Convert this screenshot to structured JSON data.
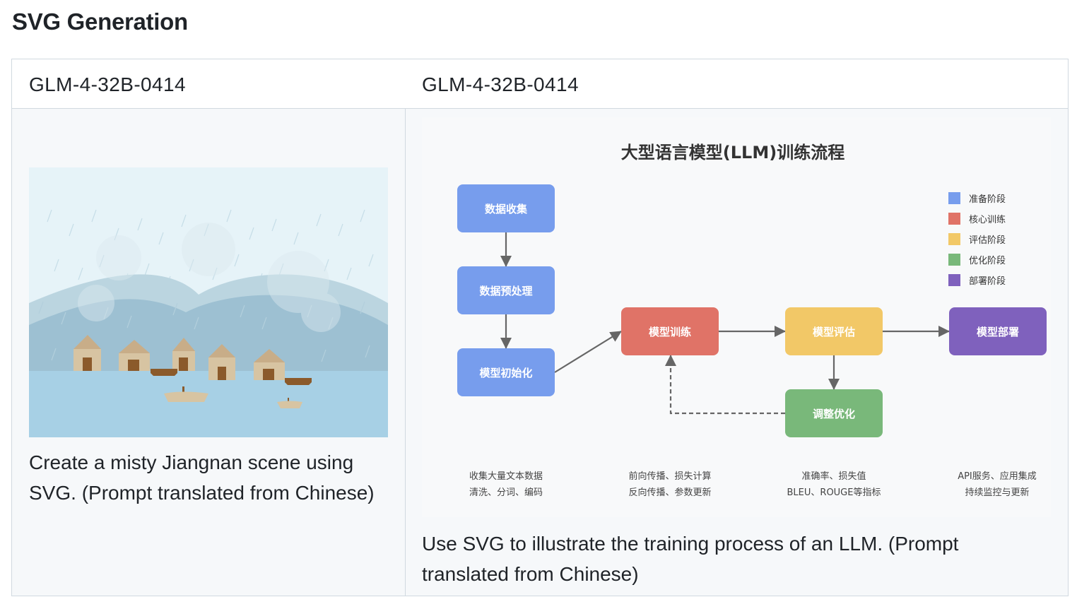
{
  "section": {
    "title": "SVG Generation"
  },
  "table": {
    "headers": [
      "GLM-4-32B-0414",
      "GLM-4-32B-0414"
    ],
    "cells": [
      {
        "caption": "Create a misty Jiangnan scene using SVG. (Prompt translated from Chinese)"
      },
      {
        "caption": "Use SVG to illustrate the training process of an LLM. (Prompt translated from Chinese)"
      }
    ]
  },
  "scene": {
    "description": "misty Jiangnan scene with rain, hills, houses, boats and water",
    "colors": {
      "sky": "#e6f3f8",
      "far_hills": "#bbd5e0",
      "near_hills": "#9dc0d2",
      "water": "#a7d0e5",
      "house_wall": "#d7c4a2",
      "house_roof": "#c8ad88",
      "door": "#8b5a2b",
      "mist": "#dbe9ef"
    },
    "house_count": 5,
    "boat_count": 4
  },
  "diagram": {
    "title": "大型语言模型(LLM)训练流程",
    "nodes": [
      {
        "id": "collect",
        "label": "数据收集",
        "stage": "prep"
      },
      {
        "id": "preprocess",
        "label": "数据预处理",
        "stage": "prep"
      },
      {
        "id": "init",
        "label": "模型初始化",
        "stage": "prep"
      },
      {
        "id": "train",
        "label": "模型训练",
        "stage": "core"
      },
      {
        "id": "eval",
        "label": "模型评估",
        "stage": "eval"
      },
      {
        "id": "deploy",
        "label": "模型部署",
        "stage": "deploy"
      },
      {
        "id": "tune",
        "label": "调整优化",
        "stage": "opt"
      }
    ],
    "edges": [
      {
        "from": "collect",
        "to": "preprocess",
        "style": "solid"
      },
      {
        "from": "preprocess",
        "to": "init",
        "style": "solid"
      },
      {
        "from": "init",
        "to": "train",
        "style": "solid"
      },
      {
        "from": "train",
        "to": "eval",
        "style": "solid"
      },
      {
        "from": "eval",
        "to": "deploy",
        "style": "solid"
      },
      {
        "from": "eval",
        "to": "tune",
        "style": "solid"
      },
      {
        "from": "tune",
        "to": "train",
        "style": "dashed"
      }
    ],
    "legend": [
      {
        "stage": "prep",
        "label": "准备阶段",
        "color": "#779ded"
      },
      {
        "stage": "core",
        "label": "核心训练",
        "color": "#e07367"
      },
      {
        "stage": "eval",
        "label": "评估阶段",
        "color": "#f2c867"
      },
      {
        "stage": "opt",
        "label": "优化阶段",
        "color": "#79b87a"
      },
      {
        "stage": "deploy",
        "label": "部署阶段",
        "color": "#7f61bd"
      }
    ],
    "descriptions": [
      [
        "收集大量文本数据",
        "清洗、分词、编码"
      ],
      [
        "前向传播、损失计算",
        "反向传播、参数更新"
      ],
      [
        "准确率、损失值",
        "BLEU、ROUGE等指标"
      ],
      [
        "API服务、应用集成",
        "持续监控与更新"
      ]
    ],
    "arrow_color": "#666666"
  }
}
